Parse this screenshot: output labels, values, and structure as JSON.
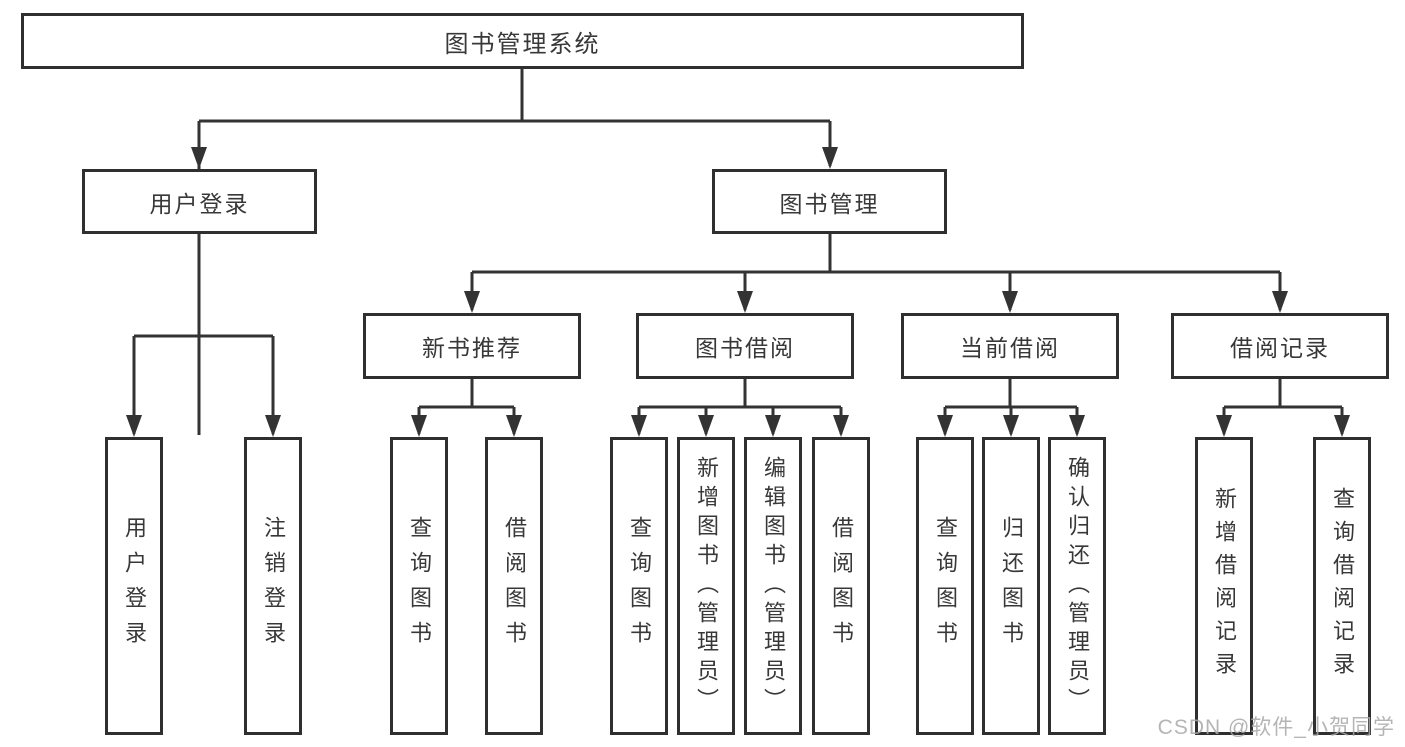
{
  "diagram": {
    "root": {
      "label": "图书管理系统"
    },
    "branches": [
      {
        "label": "用户登录",
        "children": [
          "用户登录",
          "注销登录"
        ]
      },
      {
        "label": "图书管理",
        "sections": [
          {
            "label": "新书推荐",
            "children": [
              "查询图书",
              "借阅图书"
            ]
          },
          {
            "label": "图书借阅",
            "children": [
              "查询图书",
              "新增图书（管理员）",
              "编辑图书（管理员）",
              "借阅图书"
            ]
          },
          {
            "label": "当前借阅",
            "children": [
              "查询图书",
              "归还图书",
              "确认归还（管理员）"
            ]
          },
          {
            "label": "借阅记录",
            "children": [
              "新增借阅记录",
              "查询借阅记录"
            ]
          }
        ]
      }
    ]
  },
  "watermark": {
    "text": "CSDN @软件_小贺同学"
  },
  "colors": {
    "line": "#333333",
    "border": "#2f2f2f",
    "text": "#383838",
    "box_fill": "#ffffff",
    "watermark": "#a8a8a8"
  }
}
